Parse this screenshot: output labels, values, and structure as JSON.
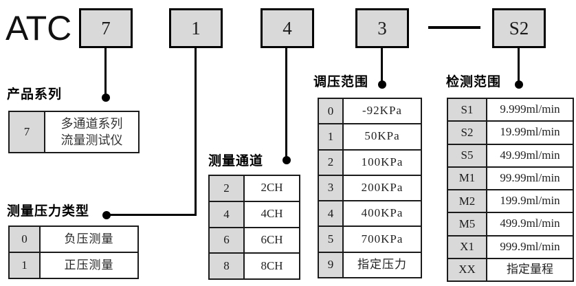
{
  "model_code": {
    "brand": "ATC",
    "separator": "—",
    "segments": [
      {
        "value": "7"
      },
      {
        "value": "1"
      },
      {
        "value": "4"
      },
      {
        "value": "3"
      },
      {
        "value": "S2"
      }
    ]
  },
  "sections": {
    "product_series": {
      "title": "产品系列",
      "rows": [
        {
          "code": "7",
          "value": "多通道系列\n流量测试仪"
        }
      ]
    },
    "pressure_type": {
      "title": "测量压力类型",
      "rows": [
        {
          "code": "0",
          "value": "负压测量"
        },
        {
          "code": "1",
          "value": "正压测量"
        }
      ]
    },
    "channels": {
      "title": "测量通道",
      "rows": [
        {
          "code": "2",
          "value": "2CH"
        },
        {
          "code": "4",
          "value": "4CH"
        },
        {
          "code": "6",
          "value": "6CH"
        },
        {
          "code": "8",
          "value": "8CH"
        }
      ]
    },
    "pressure_range": {
      "title": "调压范围",
      "rows": [
        {
          "code": "0",
          "value": "-92KPa"
        },
        {
          "code": "1",
          "value": "50KPa"
        },
        {
          "code": "2",
          "value": "100KPa"
        },
        {
          "code": "3",
          "value": "200KPa"
        },
        {
          "code": "4",
          "value": "400KPa"
        },
        {
          "code": "5",
          "value": "700KPa"
        },
        {
          "code": "9",
          "value": "指定压力"
        }
      ]
    },
    "detection_range": {
      "title": "检测范围",
      "rows": [
        {
          "code": "S1",
          "value": "9.999ml/min"
        },
        {
          "code": "S2",
          "value": "19.99ml/min"
        },
        {
          "code": "S5",
          "value": "49.99ml/min"
        },
        {
          "code": "M1",
          "value": "99.99ml/min"
        },
        {
          "code": "M2",
          "value": "199.9ml/min"
        },
        {
          "code": "M5",
          "value": "499.9ml/min"
        },
        {
          "code": "X1",
          "value": "999.9ml/min"
        },
        {
          "code": "XX",
          "value": "指定量程"
        }
      ]
    }
  },
  "colors": {
    "box_fill": "#d9d9d9",
    "line": "#000000"
  }
}
